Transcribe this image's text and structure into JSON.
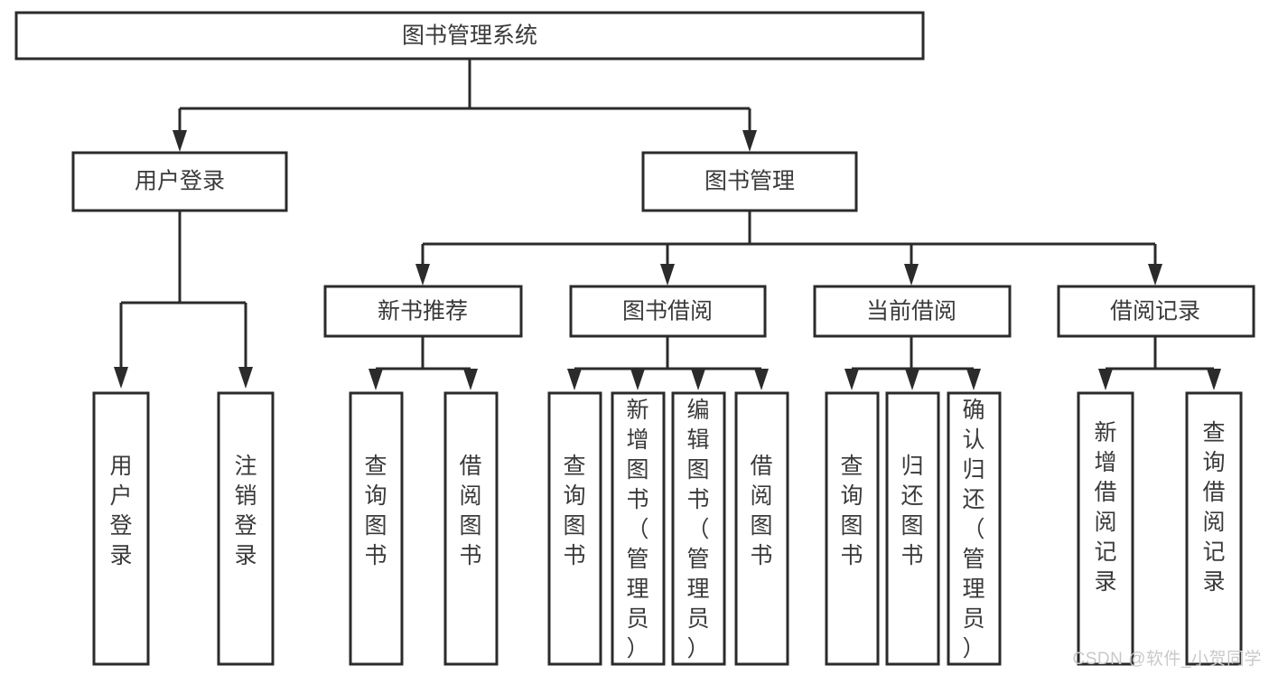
{
  "diagram": {
    "title": "图书管理系统",
    "type": "tree-hierarchy-flowchart",
    "watermark": "CSDN @软件_小贺同学",
    "colors": {
      "stroke": "#2b2b2b",
      "node_fill": "#ffffff",
      "text": "#3a3a3a",
      "background": "#ffffff",
      "watermark": "#c9c9c9"
    },
    "nodes": {
      "root": {
        "label": "图书管理系统"
      },
      "level2": [
        {
          "id": "user-login",
          "label": "用户登录"
        },
        {
          "id": "book-manage",
          "label": "图书管理"
        }
      ],
      "level3": [
        {
          "id": "new-book-rec",
          "label": "新书推荐"
        },
        {
          "id": "book-borrow",
          "label": "图书借阅"
        },
        {
          "id": "current-borrow",
          "label": "当前借阅"
        },
        {
          "id": "borrow-record",
          "label": "借阅记录"
        }
      ],
      "leaves": {
        "user-login": [
          {
            "id": "leaf-user-login",
            "label": "用户登录"
          },
          {
            "id": "leaf-user-logout",
            "label": "注销登录"
          }
        ],
        "new-book-rec": [
          {
            "id": "leaf-query-book-1",
            "label": "查询图书"
          },
          {
            "id": "leaf-borrow-book-1",
            "label": "借阅图书"
          }
        ],
        "book-borrow": [
          {
            "id": "leaf-query-book-2",
            "label": "查询图书"
          },
          {
            "id": "leaf-add-book",
            "label": "新增图书（管理员）"
          },
          {
            "id": "leaf-edit-book",
            "label": "编辑图书（管理员）"
          },
          {
            "id": "leaf-borrow-book-2",
            "label": "借阅图书"
          }
        ],
        "current-borrow": [
          {
            "id": "leaf-query-book-3",
            "label": "查询图书"
          },
          {
            "id": "leaf-return-book",
            "label": "归还图书"
          },
          {
            "id": "leaf-confirm-return",
            "label": "确认归还（管理员）"
          }
        ],
        "borrow-record": [
          {
            "id": "leaf-add-record",
            "label": "新增借阅记录"
          },
          {
            "id": "leaf-query-record",
            "label": "查询借阅记录"
          }
        ]
      }
    }
  }
}
